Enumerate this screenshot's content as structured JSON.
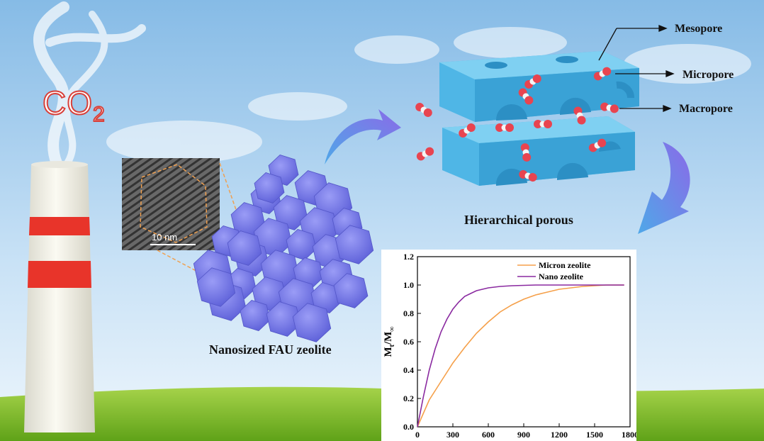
{
  "scene": {
    "co2_label": "CO",
    "co2_subscript": "2",
    "tem_scale": "10 nm",
    "nanosized_label": "Nanosized FAU zeolite",
    "hierarchical_label": "Hierarchical porous",
    "pore_labels": {
      "mesopore": "Mesopore",
      "micropore": "Micropore",
      "macropore": "Macropore"
    },
    "colors": {
      "sky_top": "#8cbfe8",
      "sky_bottom": "#e6f2fb",
      "grass": "#7fbd2a",
      "zeolite": "#6f72e6",
      "pore_block": "#4fb6e6",
      "stack_red": "#e8342a",
      "oxygen": "#e84450"
    }
  },
  "chart_data": {
    "type": "line",
    "ylabel": "Mt/M∞",
    "ylabel_main": "M",
    "ylabel_sub1": "t",
    "ylabel_mid": "/M",
    "ylabel_sub2": "∞",
    "xlabel": "",
    "xlim": [
      0,
      1800
    ],
    "ylim": [
      0.0,
      1.2
    ],
    "xticks": [
      "0",
      "300",
      "600",
      "900",
      "1200",
      "1500",
      "1800"
    ],
    "yticks": [
      "0.0",
      "0.2",
      "0.4",
      "0.6",
      "0.8",
      "1.0",
      "1.2"
    ],
    "legend_position": "top-right",
    "series": [
      {
        "name": "Micron zeolite",
        "color": "#f5a04a",
        "x": [
          0,
          100,
          200,
          300,
          400,
          500,
          600,
          700,
          800,
          900,
          1000,
          1100,
          1200,
          1300,
          1400,
          1500,
          1600,
          1700,
          1750
        ],
        "y": [
          0.0,
          0.19,
          0.32,
          0.45,
          0.56,
          0.66,
          0.74,
          0.81,
          0.86,
          0.9,
          0.93,
          0.95,
          0.97,
          0.98,
          0.99,
          0.995,
          1.0,
          1.0,
          1.0
        ]
      },
      {
        "name": "Nano zeolite",
        "color": "#8a2aa0",
        "x": [
          0,
          50,
          100,
          150,
          200,
          250,
          300,
          350,
          400,
          450,
          500,
          600,
          700,
          800,
          1000,
          1200,
          1500,
          1750
        ],
        "y": [
          0.0,
          0.21,
          0.4,
          0.55,
          0.67,
          0.76,
          0.83,
          0.88,
          0.92,
          0.94,
          0.96,
          0.98,
          0.99,
          0.995,
          1.0,
          1.0,
          1.0,
          1.0
        ]
      }
    ]
  }
}
